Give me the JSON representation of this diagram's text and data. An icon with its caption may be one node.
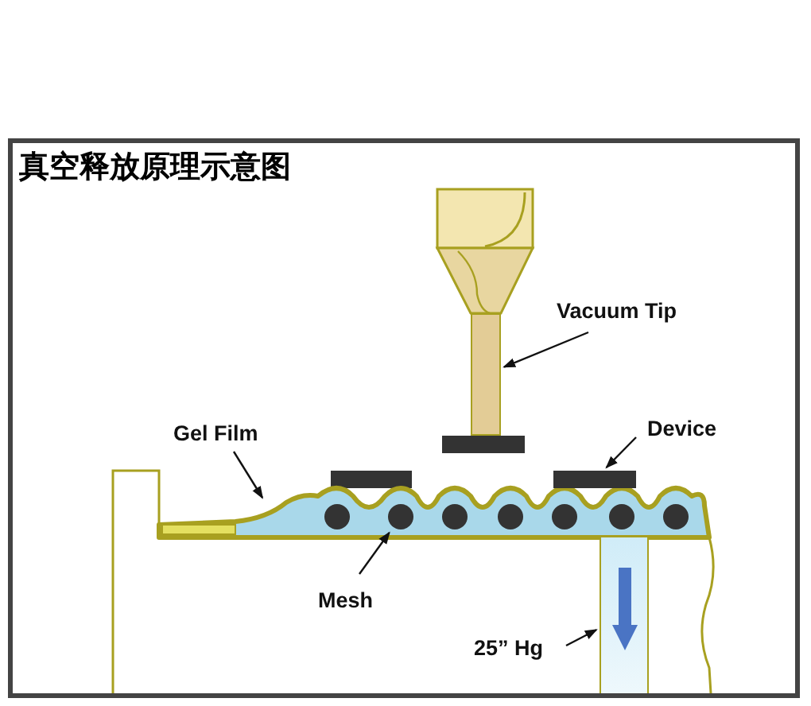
{
  "diagram": {
    "title": "真空释放原理示意图",
    "nodes": [
      {
        "text": [
          "Vacuum Tip"
        ]
      },
      {
        "text": [],
        "shape": "bar"
      },
      {
        "text": [
          "Device"
        ]
      },
      {
        "text": [],
        "shape": "box"
      },
      {
        "text": [
          "Gel Film"
        ]
      },
      {
        "text": [
          "Mesh"
        ]
      },
      {
        "text": [],
        "shape": "circle"
      },
      {
        "text": [
          "25” Hg"
        ]
      },
      {
        "text": [],
        "shape": "box"
      }
    ],
    "edges": [
      {
        "from": 0,
        "to": 1,
        "arrow": "to"
      },
      {
        "from": 2,
        "to": 3,
        "arrow": "to"
      },
      {
        "from": 4,
        "to": null,
        "arrow": "to"
      },
      {
        "from": 5,
        "to": 6,
        "arrow": "to"
      },
      {
        "from": 7,
        "to": 8,
        "arrow": "to"
      }
    ]
  }
}
